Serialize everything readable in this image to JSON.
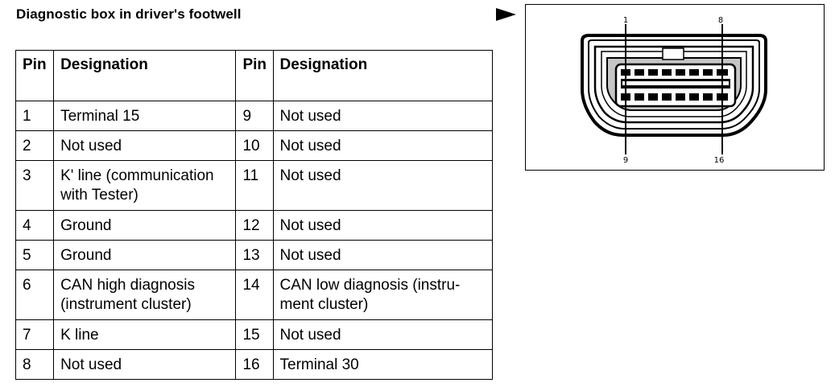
{
  "title": "Diagnostic box in driver's footwell",
  "table": {
    "headers": [
      "Pin",
      "Designation",
      "Pin",
      "Designation"
    ],
    "rows": [
      [
        "1",
        "Terminal 15",
        "9",
        "Not used"
      ],
      [
        "2",
        "Not used",
        "10",
        "Not used"
      ],
      [
        "3",
        "K' line (communication with Tester)",
        "11",
        "Not used"
      ],
      [
        "4",
        "Ground",
        "12",
        "Not used"
      ],
      [
        "5",
        "Ground",
        "13",
        "Not used"
      ],
      [
        "6",
        "CAN high diagnosis (instrument cluster)",
        "14",
        "CAN low diagnosis (instru-ment cluster)"
      ],
      [
        "7",
        "K line",
        "15",
        "Not used"
      ],
      [
        "8",
        "Not used",
        "16",
        "Terminal 30"
      ]
    ]
  },
  "figure": {
    "pin_labels": {
      "top_left": "1",
      "top_right": "8",
      "bottom_left": "9",
      "bottom_right": "16"
    },
    "arrow_icon": "triangle-right-icon"
  }
}
